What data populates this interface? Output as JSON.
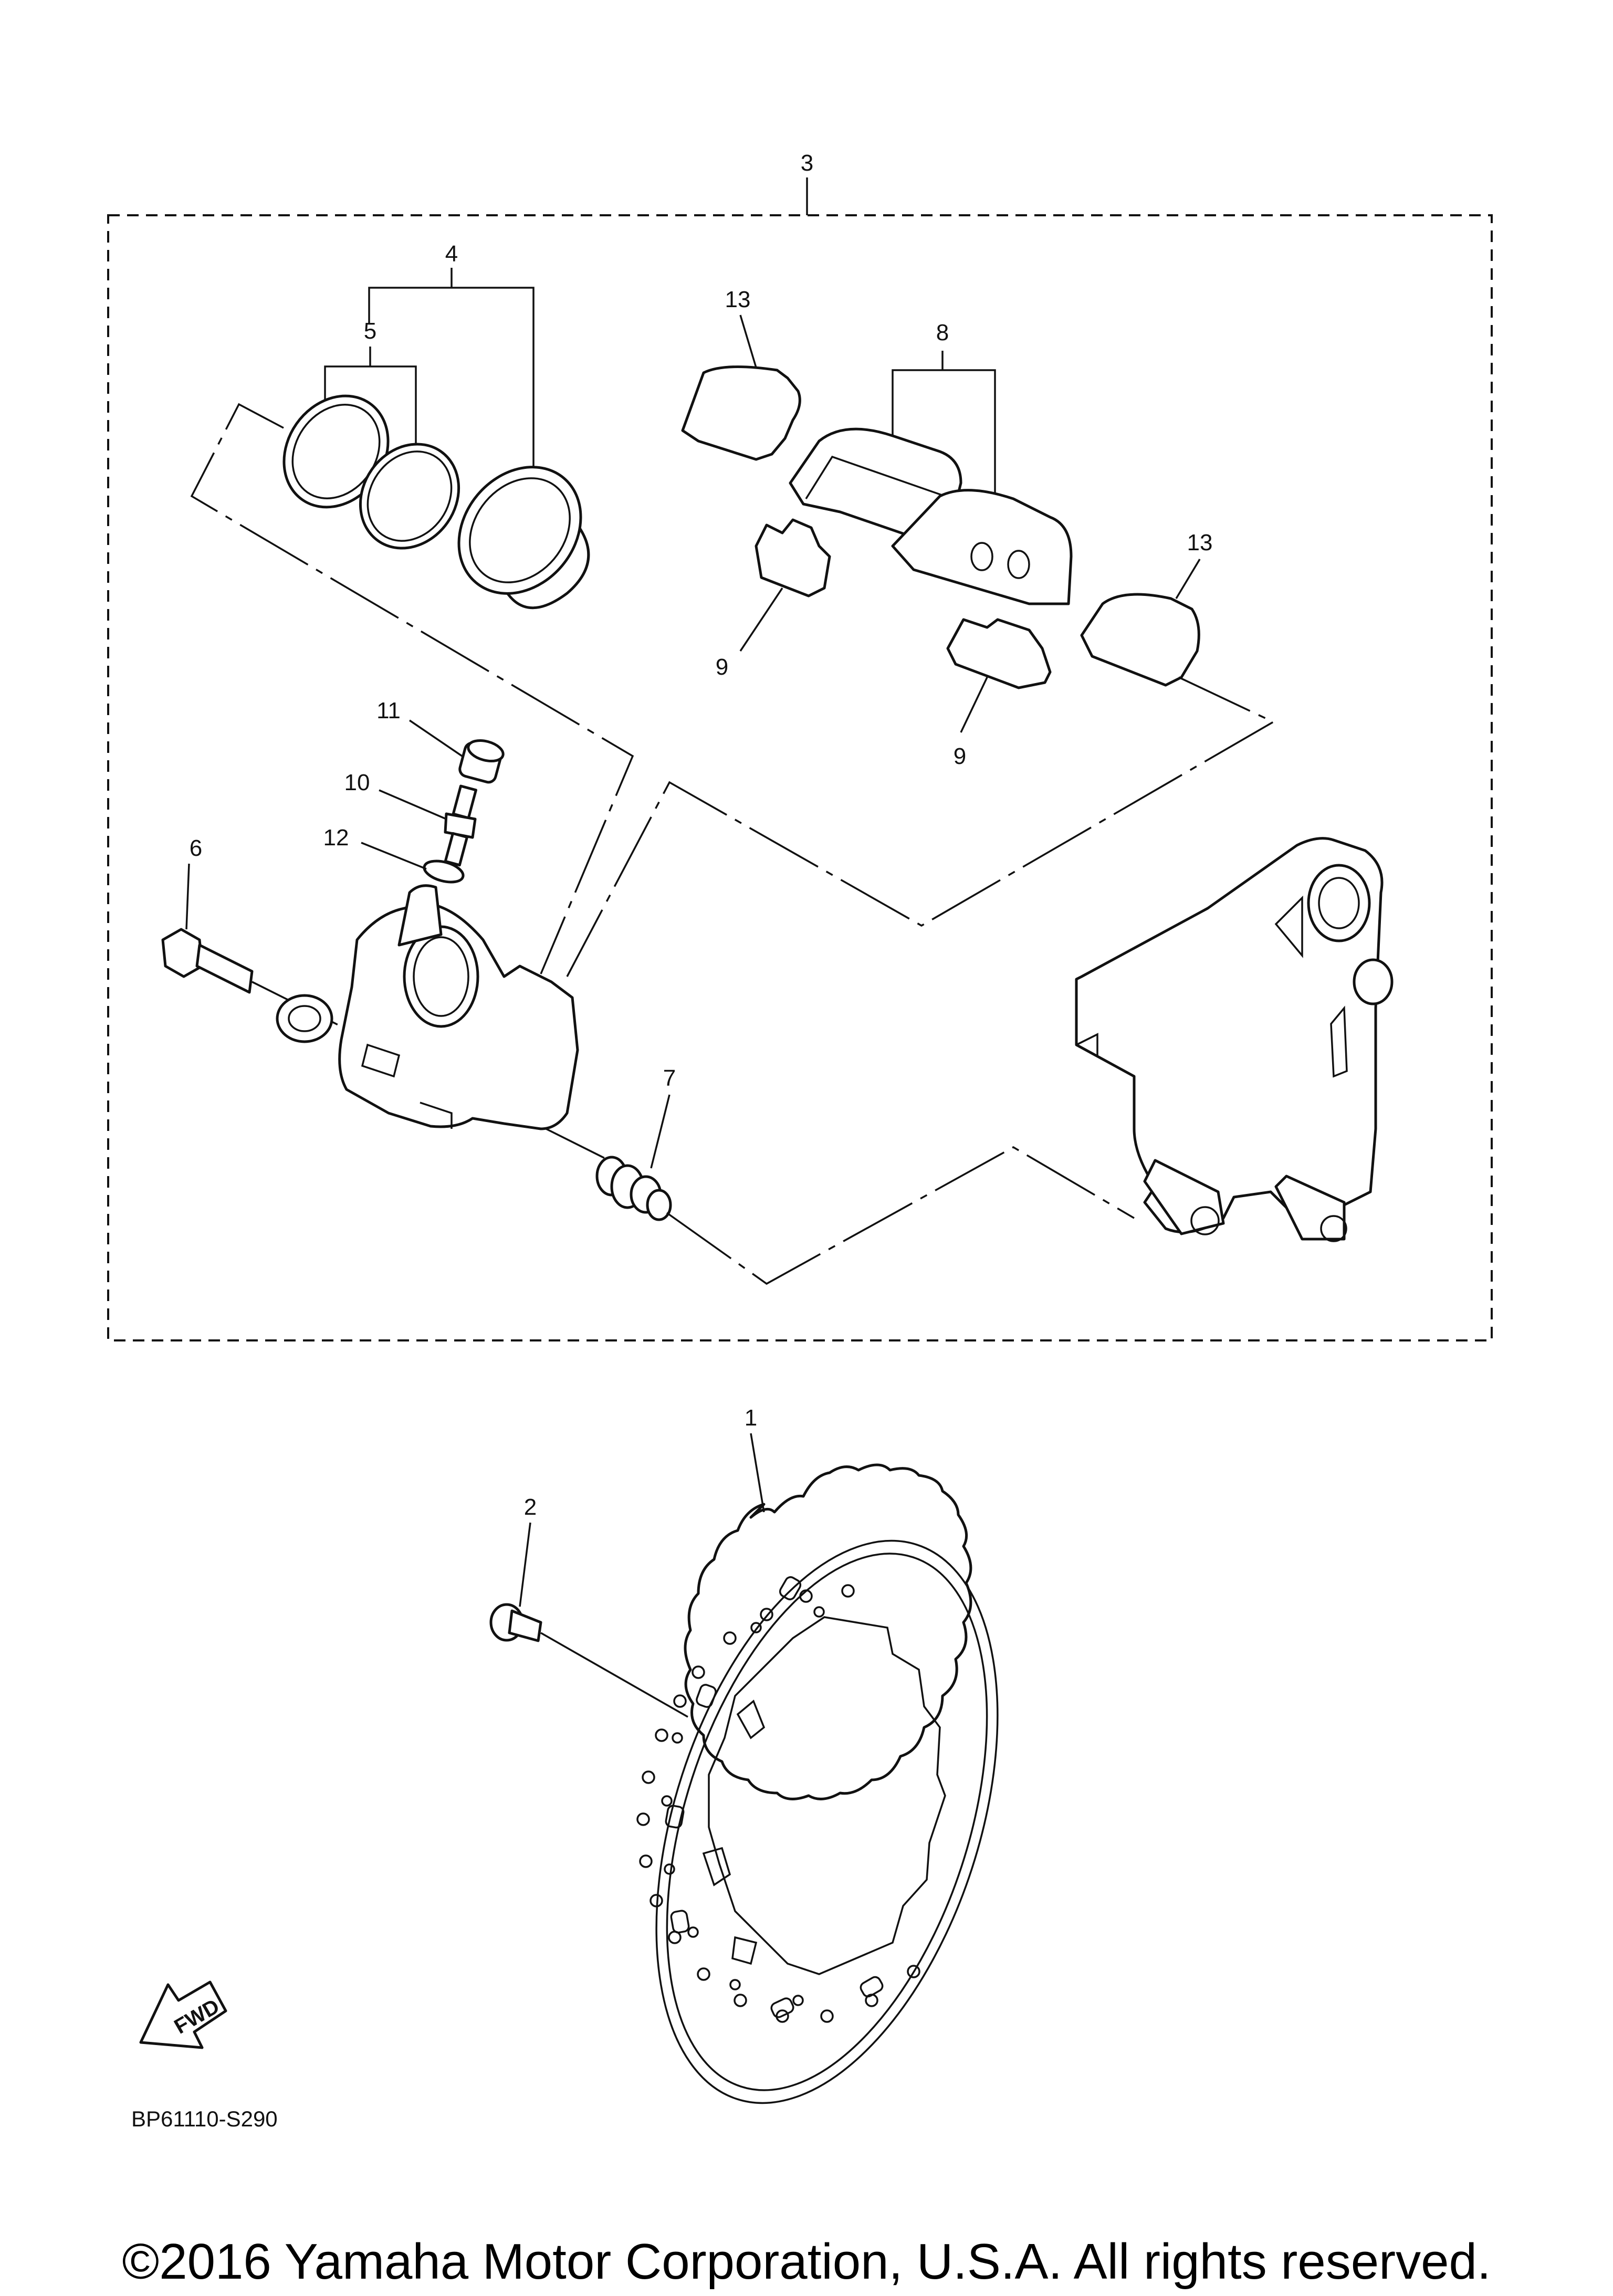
{
  "callouts": {
    "assembly": "3",
    "piston_kit": "4",
    "seal_kit": "5",
    "pad_kit": "8",
    "pad_shim_left": "13",
    "pad_shim_right": "13",
    "pad_spring_left": "9",
    "pad_spring_right": "9",
    "bleed_cap": "11",
    "bleed_screw": "10",
    "washer": "12",
    "caliper_bolt": "6",
    "boot": "7",
    "brake_disc": "1",
    "disc_bolt": "2"
  },
  "fwd_label": "FWD",
  "diagram_code": "BP61110-S290",
  "copyright": "©2016 Yamaha Motor Corporation, U.S.A. All rights reserved.",
  "colors": {
    "line": "#111111",
    "background": "#ffffff"
  }
}
